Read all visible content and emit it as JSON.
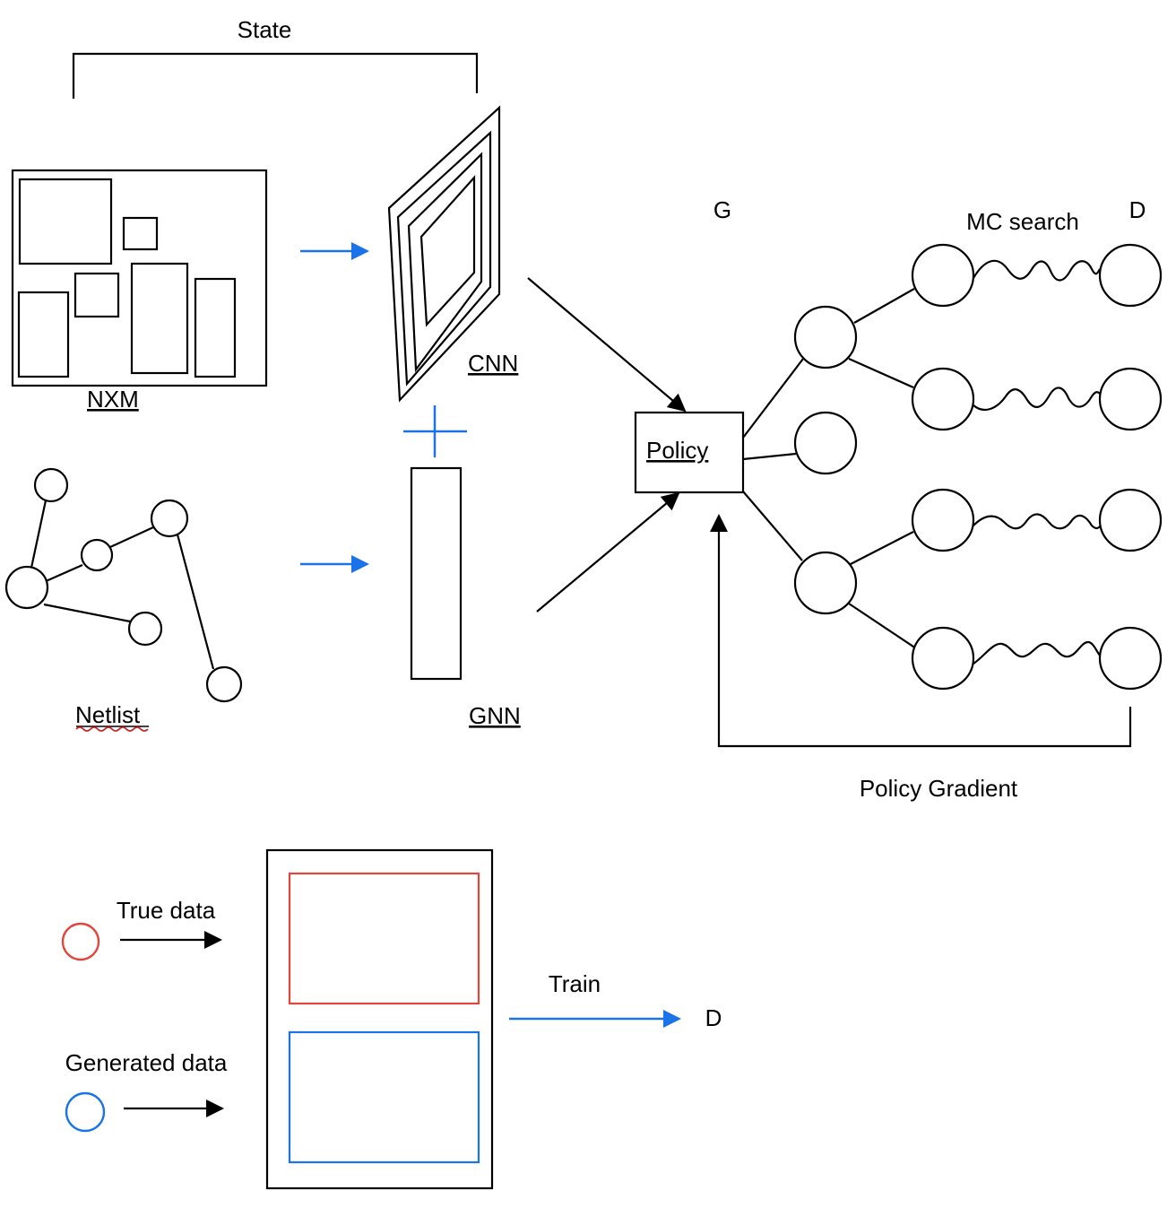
{
  "labels": {
    "state": "State",
    "nxm": "NXM",
    "cnn": "CNN",
    "netlist": "Netlist",
    "gnn": "GNN",
    "policy": "Policy",
    "g": "G",
    "mc_search": "MC search",
    "d_top": "D",
    "policy_gradient": "Policy Gradient",
    "true_data": "True data",
    "generated_data": "Generated data",
    "train": "Train",
    "d_bottom": "D"
  },
  "colors": {
    "stroke": "#000000",
    "arrow_blue": "#1a73e8",
    "true_data": "#e2453c",
    "generated_data": "#1a73e8",
    "spellcheck_underline": "#cc2222"
  }
}
